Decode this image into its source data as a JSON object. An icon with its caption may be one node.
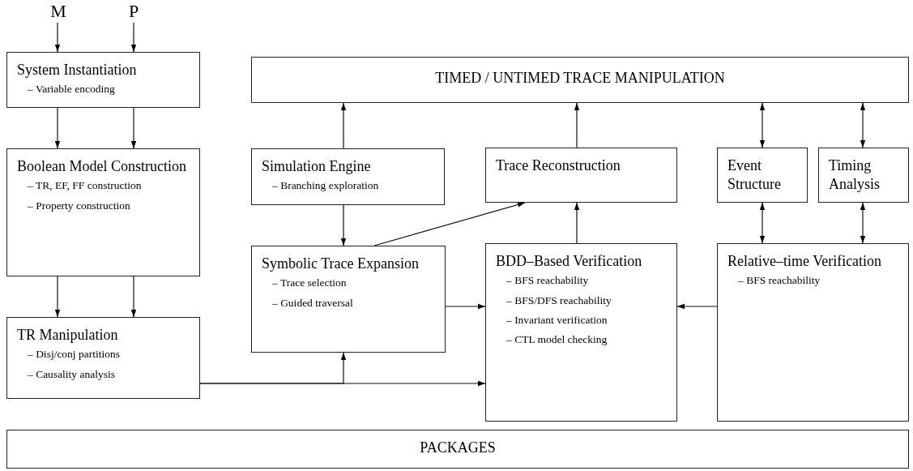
{
  "diagram": {
    "nodes": [
      {
        "text": [
          "M"
        ]
      },
      {
        "text": [
          "P"
        ]
      },
      {
        "text": [
          "System Instantiation",
          "– Variable encoding"
        ]
      },
      {
        "text": [
          "Boolean Model Construction",
          "– TR, EF, FF construction",
          "– Property construction"
        ]
      },
      {
        "text": [
          "TR Manipulation",
          "– Disj/conj partitions",
          "– Causality analysis"
        ]
      },
      {
        "text": [
          "TIMED / UNTIMED TRACE MANIPULATION"
        ]
      },
      {
        "text": [
          "Simulation Engine",
          "– Branching exploration"
        ]
      },
      {
        "text": [
          "Trace Reconstruction"
        ]
      },
      {
        "text": [
          "Event Structure"
        ]
      },
      {
        "text": [
          "Timing Analysis"
        ]
      },
      {
        "text": [
          "Symbolic Trace Expansion",
          "– Trace selection",
          "– Guided traversal"
        ]
      },
      {
        "text": [
          "BDD–Based Verification",
          "– BFS reachability",
          "– BFS/DFS reachability",
          "– Invariant verification",
          "– CTL model checking"
        ]
      },
      {
        "text": [
          "Relative–time Verification",
          "– BFS reachability"
        ]
      },
      {
        "text": [
          "PACKAGES"
        ]
      }
    ],
    "edges": [
      {
        "from": 0,
        "to": 2,
        "arrow": "to"
      },
      {
        "from": 1,
        "to": 2,
        "arrow": "to"
      },
      {
        "from": 2,
        "to": 3,
        "arrow": "to"
      },
      {
        "from": 2,
        "to": 3,
        "arrow": "to"
      },
      {
        "from": 3,
        "to": 4,
        "arrow": "to"
      },
      {
        "from": 3,
        "to": 4,
        "arrow": "to"
      },
      {
        "from": 6,
        "to": 5,
        "arrow": "to"
      },
      {
        "from": 7,
        "to": 5,
        "arrow": "to"
      },
      {
        "from": 8,
        "to": 5,
        "arrow": "both"
      },
      {
        "from": 9,
        "to": 5,
        "arrow": "both"
      },
      {
        "from": 6,
        "to": 10,
        "arrow": "to"
      },
      {
        "from": 10,
        "to": 7,
        "arrow": "to"
      },
      {
        "from": 11,
        "to": 7,
        "arrow": "to"
      },
      {
        "from": 8,
        "to": 12,
        "arrow": "both"
      },
      {
        "from": 9,
        "to": 12,
        "arrow": "both"
      },
      {
        "from": 4,
        "to": 10,
        "arrow": "to"
      },
      {
        "from": 4,
        "to": 11,
        "arrow": "to"
      },
      {
        "from": 10,
        "to": 11,
        "arrow": "to"
      },
      {
        "from": 12,
        "to": 11,
        "arrow": "to"
      }
    ]
  }
}
